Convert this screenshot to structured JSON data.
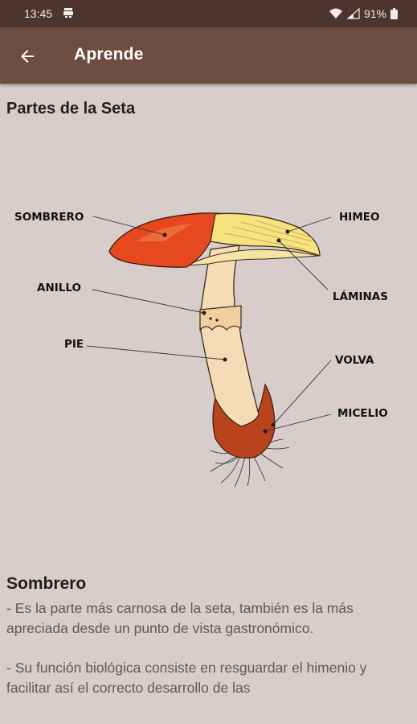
{
  "status_bar": {
    "time": "13:45",
    "battery": "91%",
    "icons": [
      "notification-icon",
      "wifi-icon",
      "signal-icon",
      "battery-icon"
    ]
  },
  "app_bar": {
    "title": "Aprende",
    "back_icon": "arrow-back-icon"
  },
  "section_title": "Partes de la Seta",
  "diagram_labels": {
    "sombrero": "SOMBRERO",
    "anillo": "ANILLO",
    "pie": "PIE",
    "himeo": "HIMEO",
    "laminas": "LÁMINAS",
    "volva": "VOLVA",
    "micelio": "MICELIO"
  },
  "part": {
    "title": "Sombrero",
    "paragraph_1": "- Es la parte más carnosa de la seta, también es la más apreciada desde un punto de vista gastronómico.",
    "paragraph_2": " - Su función biológica consiste en resguardar el himenio y facilitar así el correcto desarrollo de las"
  },
  "colors": {
    "status_bar": "#4e342e",
    "app_bar": "#6d4c41",
    "background": "#d8cdcb",
    "cap": "#e8481f",
    "gills": "#f4e08a",
    "stem": "#f5dcb8",
    "volva": "#b5401c"
  }
}
